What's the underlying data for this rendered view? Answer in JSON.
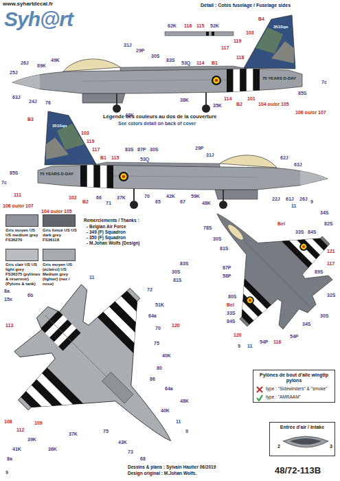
{
  "diagram": {
    "nodes": [
      {
        "text": [
          "Pylônes de bout d'aile wingtip pylons",
          "type : \"Sidewinders\" & \"smoke\"",
          "type : \"AMRAAM\""
        ]
      },
      {
        "text": [
          "Entrée d'air / Intake"
        ]
      }
    ],
    "labels": [
      "www.syhartdecal.fr",
      "Syh@rt",
      "Détail : Cotés fuselage / Fuselage sides",
      "62K",
      "116",
      "115",
      "52K",
      "B4",
      "103",
      "119",
      "117",
      "118",
      "31J",
      "29P",
      "30S",
      "83S",
      "53Q",
      "114",
      "B1",
      "25J",
      "26J",
      "69K",
      "49K",
      "63J",
      "24J",
      "76",
      "43K",
      "38K",
      "35K",
      "114",
      "B2",
      "101",
      "104 ou/or 105",
      "85S",
      "7c",
      "106 ou/or 107",
      "75 YEARS D-DAY",
      "351Sqn",
      "B3",
      "103",
      "119",
      "117",
      "B1",
      "115",
      "83S",
      "87P",
      "30S",
      "53Q",
      "29P",
      "31J",
      "62J",
      "63J",
      "22J",
      "61J",
      "26J",
      "85S",
      "111",
      "7c",
      "106 ou/or 107",
      "102",
      "B2",
      "66",
      "71",
      "37K",
      "70",
      "65",
      "42K",
      "67",
      "59K",
      "48K",
      "104 ou/or 105",
      "75 YEARS D-DAY",
      "351Sqn",
      "Légende des couleurs au dos de la couverture",
      "See colors detail on back of cover",
      "Remerciements / Thanks :",
      "- Belgian Air Force",
      "- 349 (F) Squadron",
      "- 350 (F) Squadron",
      "- M.Johan Wolfs (Design)",
      "9",
      "11",
      "34S",
      "82S",
      "Bel",
      "121",
      "117",
      "89S",
      "78S",
      "30S",
      "81S",
      "83S",
      "30S",
      "81S",
      "87P",
      "58P",
      "32S",
      "30S",
      "33S",
      "84S",
      "54P",
      "116",
      "54P",
      "33S",
      "84S",
      "80S",
      "Bel",
      "120",
      "34S",
      "11",
      "9",
      "8a",
      "15x",
      "6b",
      "11",
      "113",
      "72",
      "51K",
      "64a",
      "70",
      "120",
      "75",
      "40K",
      "80",
      "86",
      "64a",
      "48K",
      "108",
      "112",
      "109",
      "39K",
      "41K",
      "8a",
      "36K",
      "37K",
      "75",
      "43K",
      "73",
      "68",
      "40K",
      "9",
      "11",
      "9",
      "2",
      "3",
      "Dessins & plans : Sylvain Hautier 06/2019",
      "Design original : M.Johan Wolfs.",
      "48/72-113B"
    ],
    "legend": [
      {
        "text": "Gris moyen US US medium grey FS36270",
        "color": "#8e9499"
      },
      {
        "text": "Gris foncé US US dark grey FS36118",
        "color": "#5f656b"
      },
      {
        "text": "Gris clair US US light grey FS36375 (pylônes & réservoir) (Pylons & tank)",
        "color": "#b9bdc1"
      },
      {
        "text": "Gris moyen US (éclairci) US Medium grey (lighter) (nez / nose)",
        "color": "#a6abb0"
      }
    ]
  }
}
